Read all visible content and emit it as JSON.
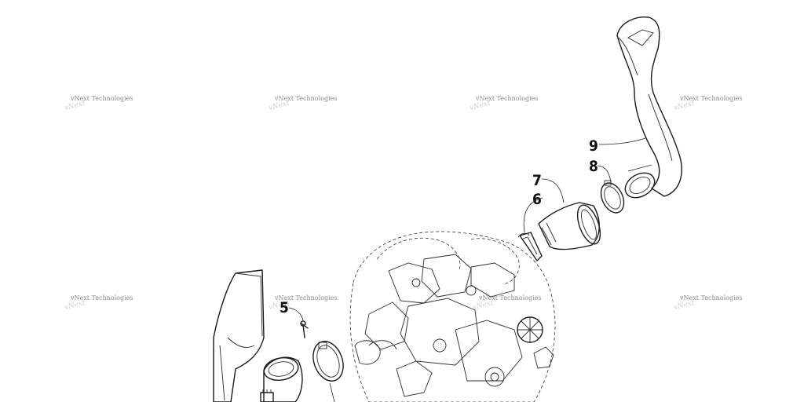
{
  "diagram": {
    "background": "#ffffff",
    "line_color": "#1a1a1a",
    "watermark_color": "#8a8a8a",
    "watermark_text": "vNext Technologies",
    "callouts": [
      "5",
      "6",
      "7",
      "8",
      "9"
    ]
  }
}
